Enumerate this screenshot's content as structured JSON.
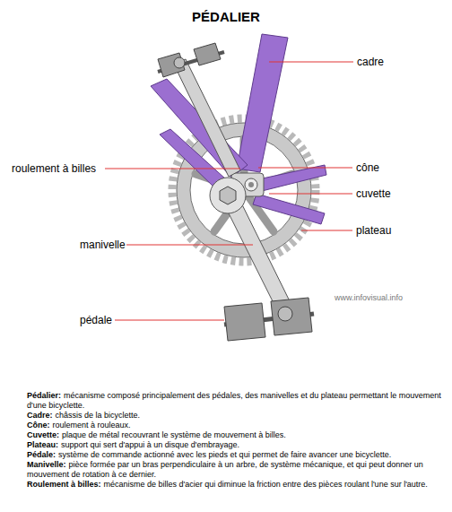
{
  "diagram": {
    "title": "PÉDALIER",
    "labels": [
      "cadre",
      "roulement à billes",
      "cône",
      "cuvette",
      "plateau",
      "manivelle",
      "pédale",
      "www.infovisual.info",
      "Pédalier:",
      "mécanisme composé principalement des pédales, des manivelles et du plateau permettant le mouvement d'une bicyclette.",
      "Cadre:",
      "châssis de la bicyclette.",
      "Cône:",
      "roulement à rouleaux.",
      "Cuvette:",
      "plaque de métal recouvrant le système de mouvement à billes.",
      "Plateau:",
      "support qui sert d'appui à un disque d'embrayage.",
      "Pédale:",
      "système de commande actionné avec les pieds et qui permet de faire avancer une bicyclette.",
      "Manivelle:",
      "pièce formée par un bras perpendiculaire à un arbre, de système mécanique, et qui peut donner un mouvement de rotation à ce dernier.",
      "Roulement à billes:",
      "mécanisme de billes d'acier qui diminue la friction entre des pièces roulant l'une sur l'autre."
    ]
  }
}
